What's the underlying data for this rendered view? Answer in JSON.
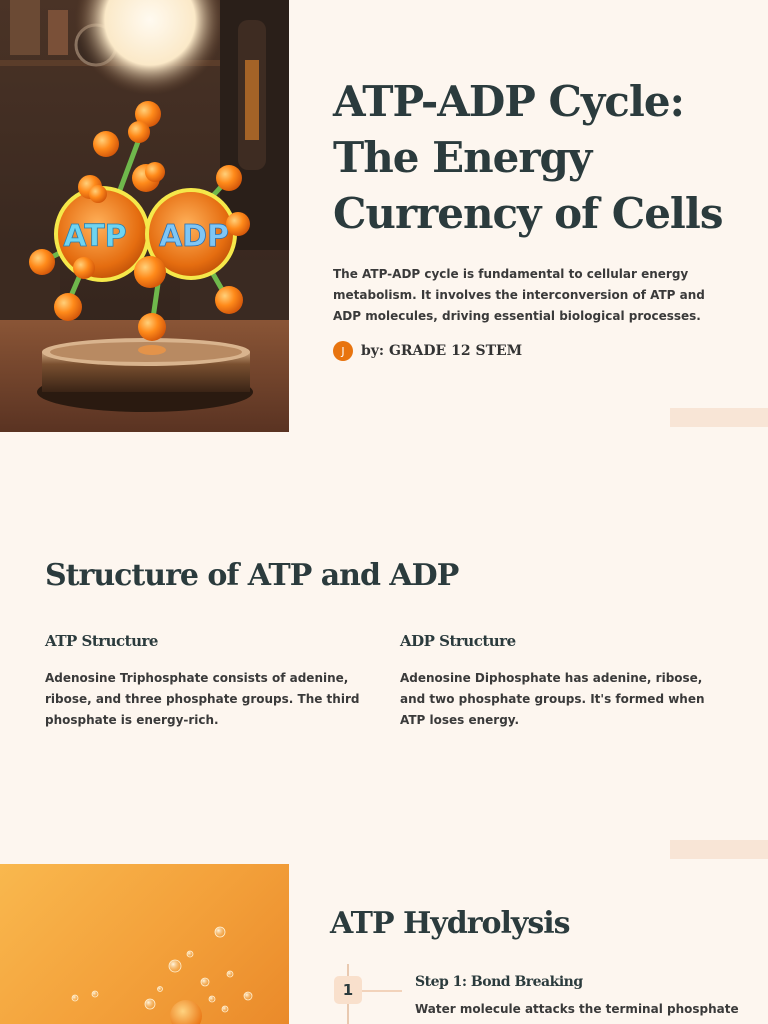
{
  "hero": {
    "image_labels": {
      "left_molecule": "ATP",
      "right_molecule": "ADP"
    },
    "title_line1": "ATP-ADP Cycle:",
    "title_line2": "The Energy",
    "title_line3": "Currency of Cells",
    "intro": "The ATP-ADP cycle is fundamental to cellular energy metabolism. It involves the interconversion of ATP and ADP molecules, driving essential biological processes.",
    "author_initial": "J",
    "author": "by: GRADE 12 STEM"
  },
  "structure": {
    "title": "Structure of ATP and ADP",
    "columns": [
      {
        "heading": "ATP Structure",
        "text": "Adenosine Triphosphate consists of adenine, ribose, and three phosphate groups. The third phosphate is energy-rich."
      },
      {
        "heading": "ADP Structure",
        "text": "Adenosine Diphosphate has adenine, ribose, and two phosphate groups. It's formed when ATP loses energy."
      }
    ]
  },
  "hydrolysis": {
    "title": "ATP Hydrolysis",
    "steps": [
      {
        "number": "1",
        "title": "Step 1: Bond Breaking",
        "text": "Water molecule attacks the terminal phosphate"
      }
    ]
  },
  "colors": {
    "accent": "#e8740f",
    "heading": "#2b3b3d",
    "background": "#fdf6ef",
    "band": "#f8e5d6"
  }
}
